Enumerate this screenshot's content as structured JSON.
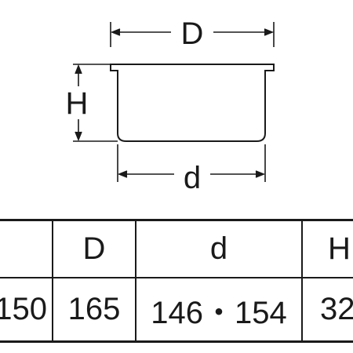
{
  "diagram": {
    "labels": {
      "top_width": "D",
      "height": "H",
      "bottom_width": "d"
    }
  },
  "table": {
    "headers": [
      "",
      "D",
      "d",
      "H"
    ],
    "row": [
      "150",
      "165",
      "146・154",
      "32"
    ]
  }
}
